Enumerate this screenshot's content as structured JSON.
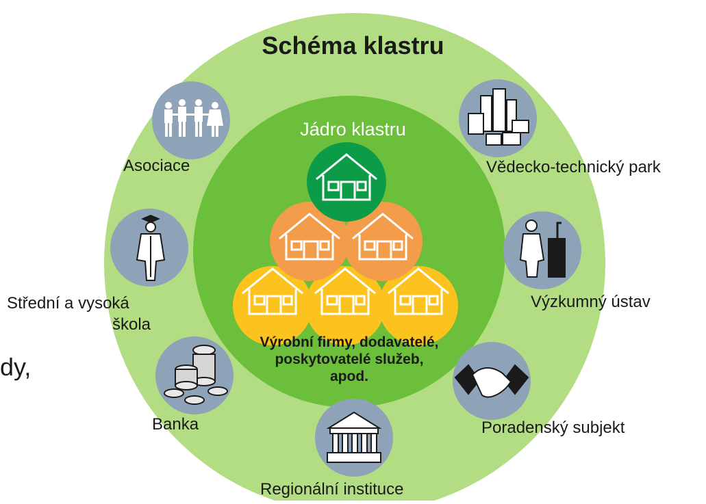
{
  "diagram": {
    "title": "Schéma klastru",
    "core_title": "Jádro klastru",
    "core_description": [
      "Výrobní firmy, dodavatelé,",
      "poskytovatelé služeb,",
      "apod."
    ],
    "side_fragment": "dy,",
    "nodes": {
      "association": "Asociace",
      "school": [
        "Střední a vysoká",
        "škola"
      ],
      "bank": "Banka",
      "regional": "Regionální instituce",
      "consulting": "Poradenský subjekt",
      "research": "Výzkumný ústav",
      "science_park": "Vědecko-technický park"
    }
  },
  "colors": {
    "outer_ring": "#b2dd83",
    "inner_circle": "#6bbf3a",
    "core_top": "#0c9b47",
    "core_middle": "#f39c4a",
    "core_bottom": "#fcc31e",
    "node_circle": "#8ea3b7"
  }
}
